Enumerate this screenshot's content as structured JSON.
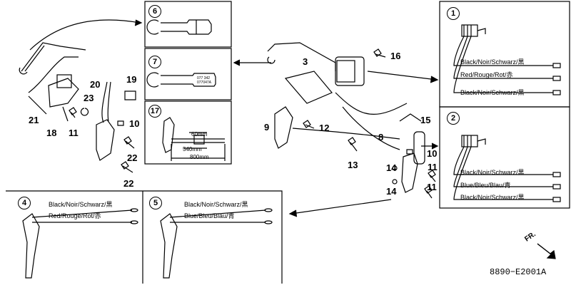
{
  "callouts": {
    "c1": "1",
    "c2": "2",
    "c3": "3",
    "c4": "4",
    "c5": "5",
    "c6": "6",
    "c7": "7",
    "c8": "8",
    "c9": "9",
    "c10a": "10",
    "c10b": "10",
    "c11a": "11",
    "c11b": "11",
    "c11c": "11",
    "c12": "12",
    "c13": "13",
    "c14a": "14",
    "c14b": "14",
    "c15": "15",
    "c16": "16",
    "c17": "17",
    "c18": "18",
    "c19": "19",
    "c20": "20",
    "c21": "21",
    "c22a": "22",
    "c22b": "22",
    "c23": "23"
  },
  "wires": {
    "p1_top": "Black/Noir/Schwarz/黒",
    "p1_mid": "Red/Rouge/Rot/赤",
    "p1_bot": "Black/Noir/Schwarz/黒",
    "p2_top": "Black/Noir/Schwarz/黒",
    "p2_mid": "Blue/Bleu/Blau/青",
    "p2_bot": "Black/Noir/Schwarz/黒",
    "p4_top": "Black/Noir/Schwarz/黒",
    "p4_bot": "Red/Rouge/Rot/赤",
    "p5_top": "Black/Noir/Schwarz/黒",
    "p5_bot": "Blue/Bleu/Blau/青"
  },
  "dimensions": {
    "d60": "60mm",
    "d540": "540mm",
    "d800": "800mm"
  },
  "fr_label": "FR.",
  "diagram_code": "8890−E2001A"
}
